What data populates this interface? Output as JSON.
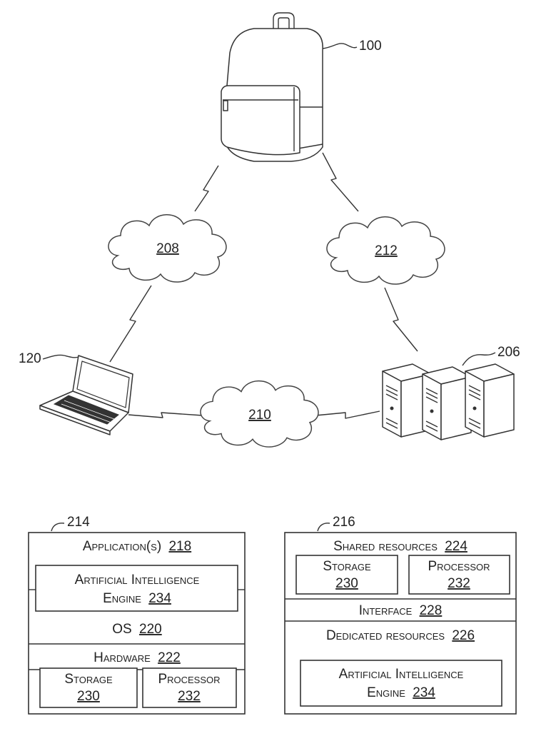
{
  "refs": {
    "backpack": "100",
    "laptop": "120",
    "servers": "206",
    "network_a": "208",
    "network_b": "210",
    "network_c": "212",
    "device_box": "214",
    "server_box": "216"
  },
  "device_panel": {
    "applications_label": "Application(s)",
    "applications_num": "218",
    "ai_line1": "Artificial Intelligence",
    "ai_line2": "Engine",
    "ai_num": "234",
    "os_label": "OS",
    "os_num": "220",
    "hardware_label": "Hardware",
    "hardware_num": "222",
    "storage_label": "Storage",
    "storage_num": "230",
    "processor_label": "Processor",
    "processor_num": "232"
  },
  "server_panel": {
    "shared_label": "Shared resources",
    "shared_num": "224",
    "storage_label": "Storage",
    "storage_num": "230",
    "processor_label": "Processor",
    "processor_num": "232",
    "interface_label": "Interface",
    "interface_num": "228",
    "dedicated_label": "Dedicated resources",
    "dedicated_num": "226",
    "ai_line1": "Artificial Intelligence",
    "ai_line2": "Engine",
    "ai_num": "234"
  },
  "colors": {
    "line": "#333333",
    "background": "#ffffff"
  }
}
